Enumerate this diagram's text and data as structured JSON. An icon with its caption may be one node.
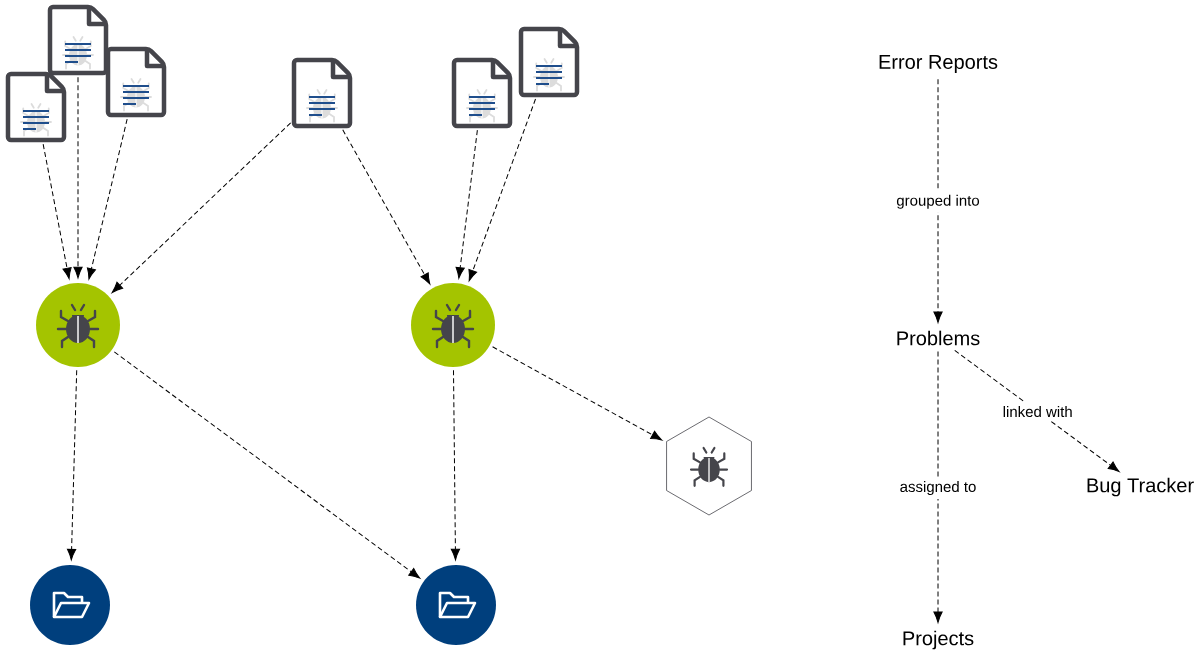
{
  "diagram": {
    "nodes": [
      {
        "text": [],
        "shape": "picture"
      },
      {
        "text": [],
        "shape": "picture"
      },
      {
        "text": [],
        "shape": "picture"
      },
      {
        "text": [],
        "shape": "picture"
      },
      {
        "text": [],
        "shape": "picture"
      },
      {
        "text": [],
        "shape": "picture"
      },
      {
        "text": [],
        "shape": "circle"
      },
      {
        "text": [],
        "shape": "circle"
      },
      {
        "text": [],
        "shape": "hexagon"
      },
      {
        "text": [],
        "shape": "circle"
      },
      {
        "text": [],
        "shape": "circle"
      },
      {
        "text": [
          "Error Reports"
        ]
      },
      {
        "text": [
          "Problems"
        ]
      },
      {
        "text": [
          "Bug Tracker"
        ]
      },
      {
        "text": [
          "Projects"
        ]
      }
    ],
    "edges": [
      {
        "from": 0,
        "to": 6,
        "arrow": "to",
        "style": "dashed"
      },
      {
        "from": 1,
        "to": 6,
        "arrow": "to",
        "style": "dashed"
      },
      {
        "from": 2,
        "to": 6,
        "arrow": "to",
        "style": "dashed"
      },
      {
        "from": 3,
        "to": 6,
        "arrow": "to",
        "style": "dashed"
      },
      {
        "from": 3,
        "to": 7,
        "arrow": "to",
        "style": "dashed"
      },
      {
        "from": 4,
        "to": 7,
        "arrow": "to",
        "style": "dashed"
      },
      {
        "from": 5,
        "to": 7,
        "arrow": "to",
        "style": "dashed"
      },
      {
        "from": 6,
        "to": 9,
        "arrow": "to",
        "style": "dashed"
      },
      {
        "from": 6,
        "to": 10,
        "arrow": "to",
        "style": "dashed"
      },
      {
        "from": 7,
        "to": 10,
        "arrow": "to",
        "style": "dashed"
      },
      {
        "from": 7,
        "to": 8,
        "arrow": "to",
        "style": "dashed"
      },
      {
        "from": 11,
        "to": 12,
        "arrow": "to",
        "style": "dashed",
        "label": "grouped into"
      },
      {
        "from": 12,
        "to": 14,
        "arrow": "to",
        "style": "dashed",
        "label": "assigned to"
      },
      {
        "from": 12,
        "to": 13,
        "arrow": "to",
        "style": "dashed",
        "label": "linked with"
      }
    ]
  }
}
